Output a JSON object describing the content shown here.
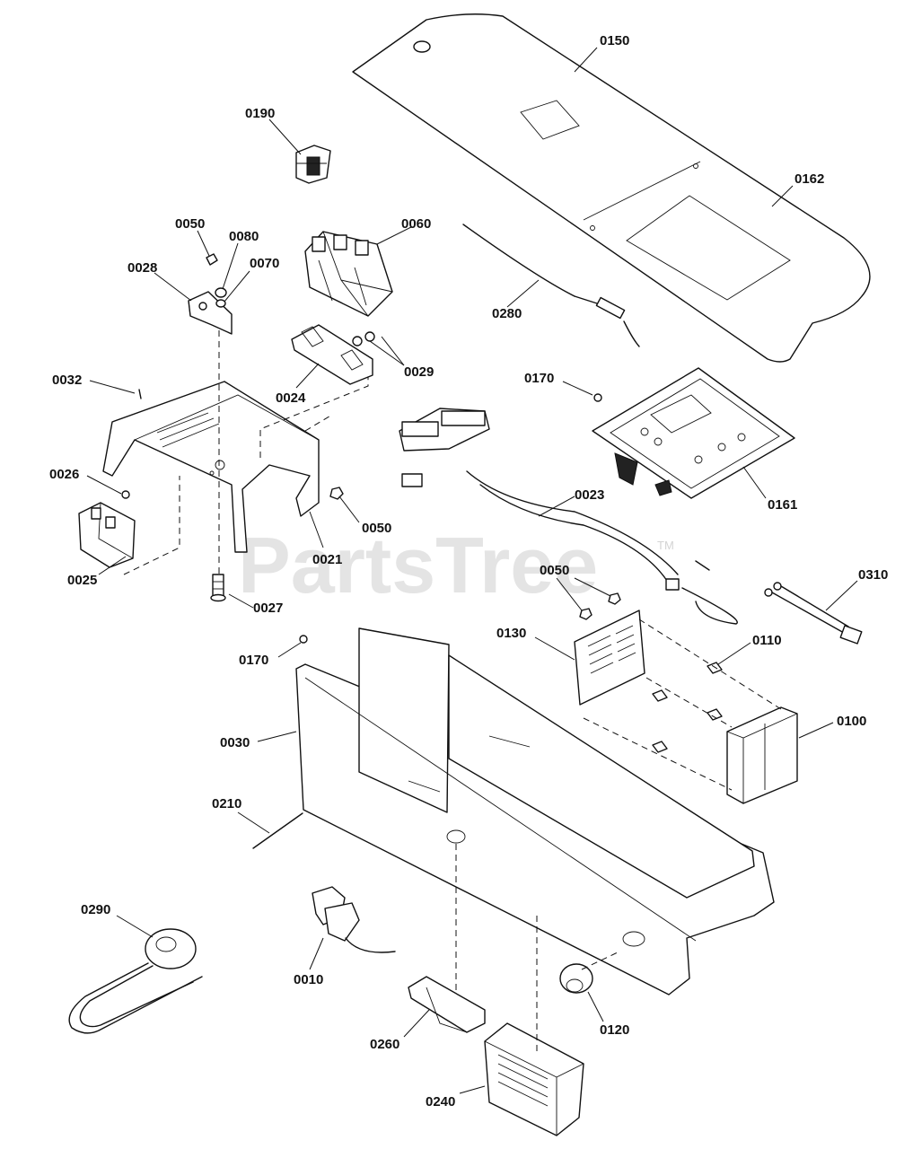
{
  "watermark": {
    "text": "PartsTree",
    "trademark": "TM"
  },
  "callouts": [
    {
      "id": "0150"
    },
    {
      "id": "0162"
    },
    {
      "id": "0190"
    },
    {
      "id": "0050"
    },
    {
      "id": "0080"
    },
    {
      "id": "0070"
    },
    {
      "id": "0060"
    },
    {
      "id": "0028"
    },
    {
      "id": "0280"
    },
    {
      "id": "0029"
    },
    {
      "id": "0024"
    },
    {
      "id": "0032"
    },
    {
      "id": "0170"
    },
    {
      "id": "0161"
    },
    {
      "id": "0026"
    },
    {
      "id": "0023"
    },
    {
      "id": "0050"
    },
    {
      "id": "0021"
    },
    {
      "id": "0025"
    },
    {
      "id": "0050"
    },
    {
      "id": "0310"
    },
    {
      "id": "0027"
    },
    {
      "id": "0130"
    },
    {
      "id": "0110"
    },
    {
      "id": "0170"
    },
    {
      "id": "0100"
    },
    {
      "id": "0030"
    },
    {
      "id": "0210"
    },
    {
      "id": "0290"
    },
    {
      "id": "0010"
    },
    {
      "id": "0120"
    },
    {
      "id": "0260"
    },
    {
      "id": "0240"
    }
  ]
}
